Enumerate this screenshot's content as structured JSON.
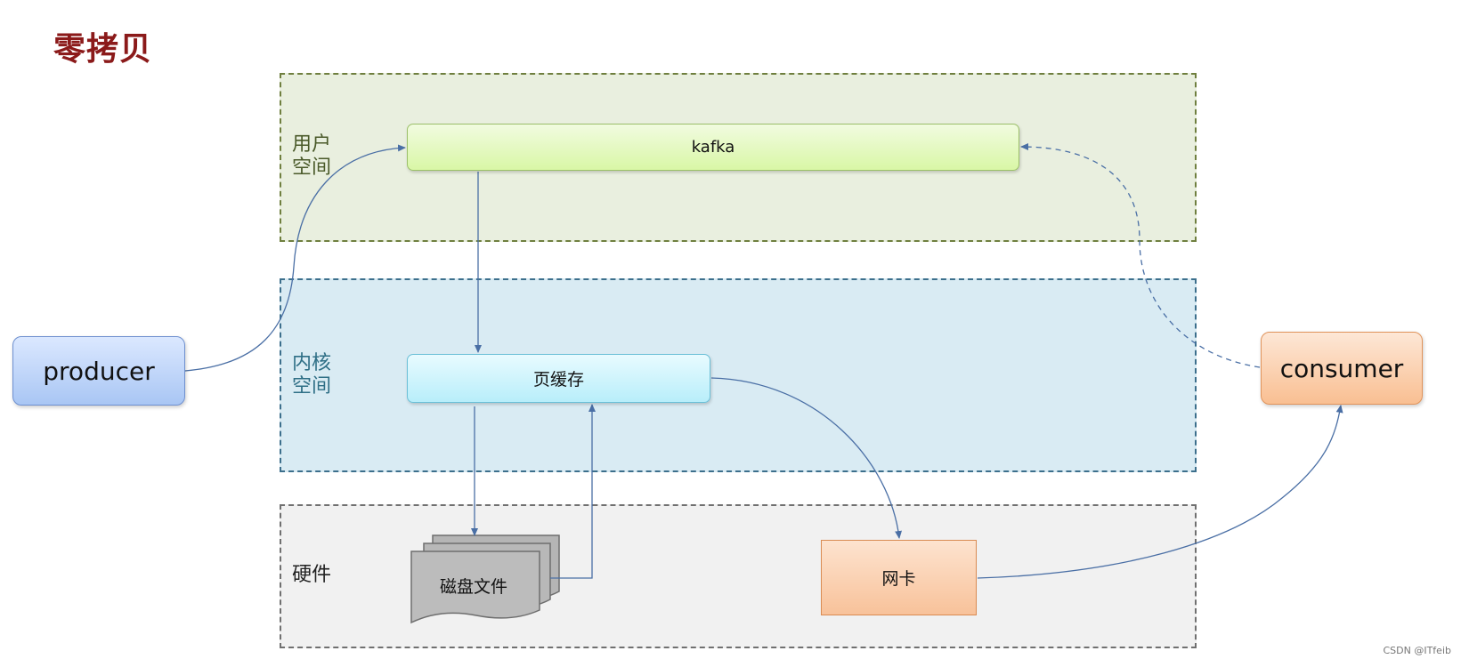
{
  "title": "零拷贝",
  "zones": {
    "user_label": "用户\n空间",
    "kernel_label": "内核\n空间",
    "hardware_label": "硬件"
  },
  "nodes": {
    "kafka": "kafka",
    "page_cache": "页缓存",
    "disk_file": "磁盘文件",
    "nic": "网卡",
    "producer": "producer",
    "consumer": "consumer"
  },
  "colors": {
    "title": "#8b1a1a",
    "arrow": "#4a6fa5"
  },
  "watermark": "CSDN @ITfeib"
}
